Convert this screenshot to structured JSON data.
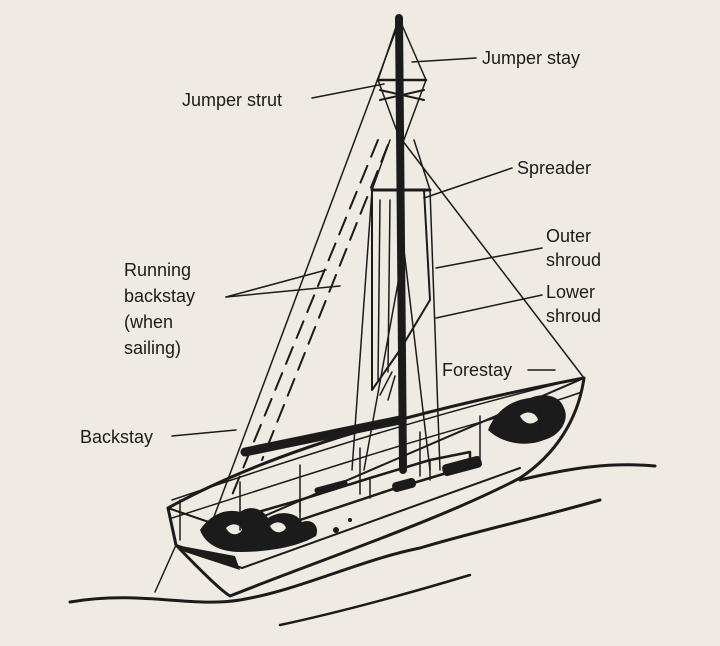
{
  "labels": {
    "jumper_stay": "Jumper stay",
    "jumper_strut": "Jumper strut",
    "spreader": "Spreader",
    "outer_shroud_1": "Outer",
    "outer_shroud_2": "shroud",
    "lower_shroud_1": "Lower",
    "lower_shroud_2": "shroud",
    "running_backstay_1": "Running",
    "running_backstay_2": "backstay",
    "running_backstay_3": "(when",
    "running_backstay_4": "sailing)",
    "forestay": "Forestay",
    "backstay": "Backstay"
  },
  "colors": {
    "ink": "#1b1b1b",
    "paper": "#efebe3"
  }
}
